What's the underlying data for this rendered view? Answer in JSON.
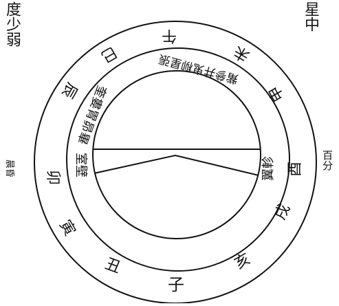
{
  "colors": {
    "ink": "#111111",
    "paper": "#ffffff"
  },
  "corner_text": {
    "top_left": "度少弱",
    "top_right": "星中",
    "right_edge": "百分"
  },
  "outer_ring": {
    "branches": [
      "子",
      "丑",
      "寅",
      "卯",
      "辰",
      "巳",
      "午",
      "未",
      "申",
      "酉",
      "戌",
      "亥"
    ],
    "side_note": "晨昏"
  },
  "inner_ring": {
    "mansions_upper": "觜參井鬼柳星張",
    "mansions_left": "奎婁胃昴畢",
    "mansions_lower_left": "室壁",
    "mansions_right": "翼軫"
  }
}
